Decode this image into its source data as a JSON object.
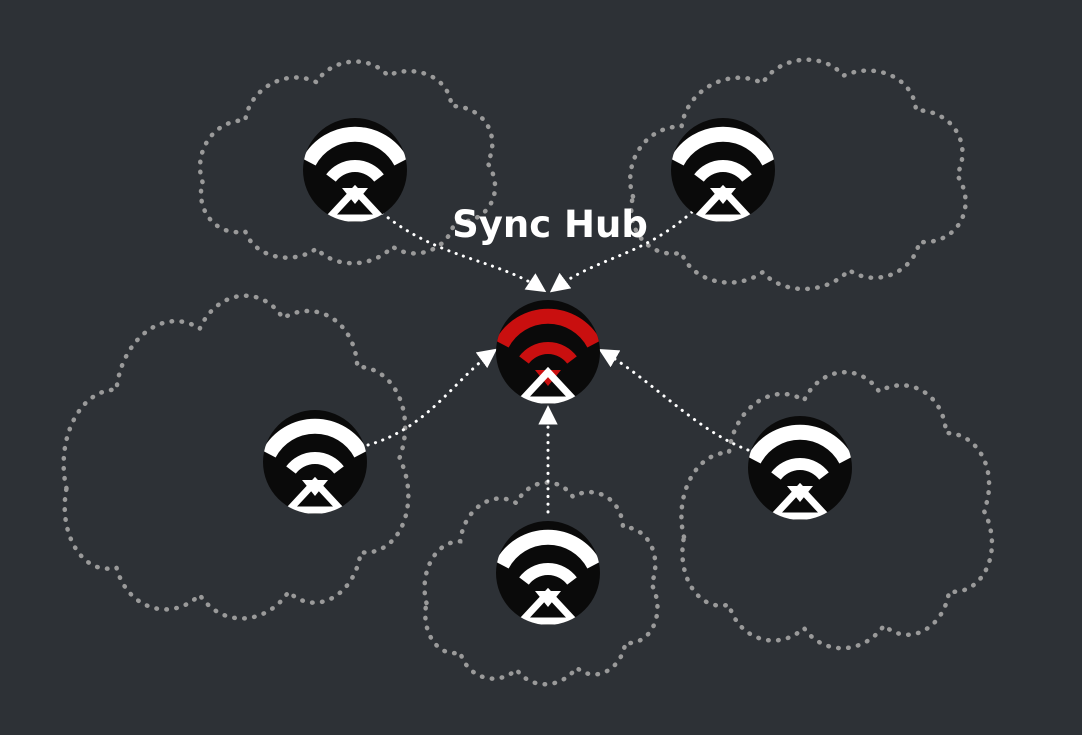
{
  "diagram": {
    "title": "Sync Hub",
    "colors": {
      "background": "#2d3136",
      "cloud_outline": "#9a9a9a",
      "arrow": "#ffffff",
      "node_fill": "#0a0a0a",
      "node_glyph": "#ffffff",
      "hub_accent": "#c90f0f"
    },
    "hub": {
      "icon": "sync-hub-icon"
    },
    "peers": [
      {
        "id": "peer-top-left",
        "icon": "sync-node-icon"
      },
      {
        "id": "peer-top-right",
        "icon": "sync-node-icon"
      },
      {
        "id": "peer-middle-left",
        "icon": "sync-node-icon"
      },
      {
        "id": "peer-bottom-center",
        "icon": "sync-node-icon"
      },
      {
        "id": "peer-right",
        "icon": "sync-node-icon"
      }
    ],
    "connections": [
      {
        "from": "peer-top-left",
        "to": "hub"
      },
      {
        "from": "peer-top-right",
        "to": "hub"
      },
      {
        "from": "peer-middle-left",
        "to": "hub"
      },
      {
        "from": "peer-bottom-center",
        "to": "hub"
      },
      {
        "from": "peer-right",
        "to": "hub"
      }
    ]
  }
}
